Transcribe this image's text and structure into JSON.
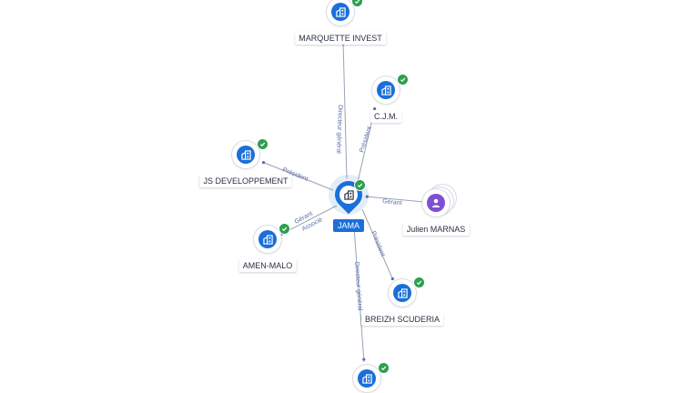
{
  "colors": {
    "company": "#1a6fd9",
    "person": "#7e4fd3",
    "verified": "#2e9e4f",
    "edge": "#9aa3b5",
    "edge_label": "#5b6ea8"
  },
  "center": {
    "label": "JAMA",
    "icon": "building-icon"
  },
  "nodes": [
    {
      "id": "marquette",
      "label": "MARQUETTE INVEST",
      "kind": "company",
      "icon": "building-icon",
      "verified": true
    },
    {
      "id": "cjm",
      "label": "C.J.M.",
      "kind": "company",
      "icon": "building-icon",
      "verified": true
    },
    {
      "id": "jsdev",
      "label": "JS DEVELOPPEMENT",
      "kind": "company",
      "icon": "building-icon",
      "verified": true
    },
    {
      "id": "julien",
      "label": "Julien MARNAS",
      "kind": "person",
      "icon": "person-icon",
      "verified": false
    },
    {
      "id": "amen",
      "label": "AMEN-MALO",
      "kind": "company",
      "icon": "building-icon",
      "verified": true
    },
    {
      "id": "breizh",
      "label": "BREIZH SCUDERIA",
      "kind": "company",
      "icon": "building-icon",
      "verified": true
    },
    {
      "id": "bottom",
      "label": "",
      "kind": "company",
      "icon": "building-icon",
      "verified": true
    }
  ],
  "edges": [
    {
      "from": "center",
      "to": "marquette",
      "label": "Directeur général"
    },
    {
      "from": "center",
      "to": "cjm",
      "label": "Président"
    },
    {
      "from": "center",
      "to": "jsdev",
      "label": "Président"
    },
    {
      "from": "julien",
      "to": "center",
      "label": "Gérant"
    },
    {
      "from": "center",
      "to": "amen",
      "label": "Gérant"
    },
    {
      "from": "center",
      "to": "amen",
      "label": "Associé"
    },
    {
      "from": "center",
      "to": "breizh",
      "label": "Président"
    },
    {
      "from": "center",
      "to": "bottom",
      "label": "Directeur général"
    }
  ]
}
